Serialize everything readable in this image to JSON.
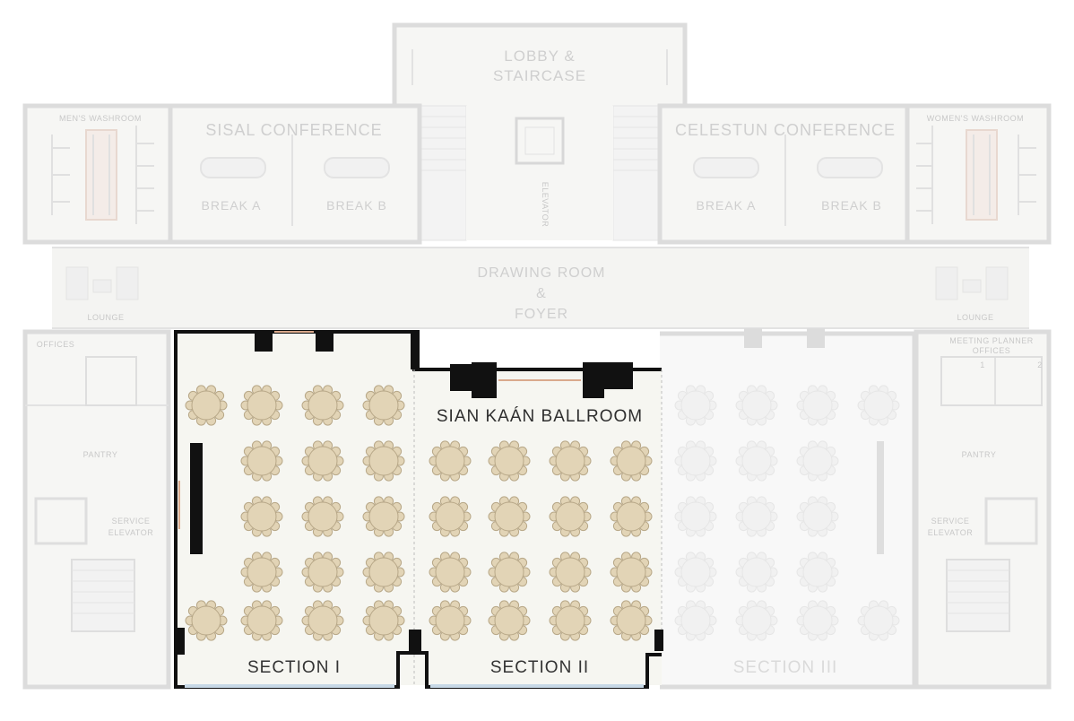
{
  "map": {
    "lobby_line1": "LOBBY &",
    "lobby_line2": "STAIRCASE",
    "elevator": "ELEVATOR",
    "sisal_title": "SISAL CONFERENCE",
    "sisal_break_a": "BREAK A",
    "sisal_break_b": "BREAK B",
    "celestun_title": "CELESTUN CONFERENCE",
    "celestun_break_a": "BREAK A",
    "celestun_break_b": "BREAK B",
    "mens_washroom": "MEN'S WASHROOM",
    "womens_washroom": "WOMEN'S WASHROOM",
    "drawing_line1": "DRAWING ROOM",
    "drawing_line2": "&",
    "drawing_line3": "FOYER",
    "lounge_left": "LOUNGE",
    "lounge_right": "LOUNGE",
    "offices": "OFFICES",
    "pantry_left": "PANTRY",
    "pantry_right": "PANTRY",
    "service_elevator_left_1": "SERVICE",
    "service_elevator_left_2": "ELEVATOR",
    "service_elevator_right_1": "SERVICE",
    "service_elevator_right_2": "ELEVATOR",
    "planner_line1": "MEETING PLANNER",
    "planner_line2": "OFFICES",
    "planner_office_1": "1",
    "planner_office_2": "2",
    "ballroom_title": "SIAN KAÁN BALLROOM",
    "section_1": "SECTION I",
    "section_2": "SECTION II",
    "section_3": "SECTION III"
  },
  "seating": {
    "section_1_row_counts": [
      4,
      3,
      3,
      3,
      4
    ],
    "section_2_row_counts": [
      4,
      4,
      4,
      4
    ],
    "section_3_row_counts": [
      4,
      3,
      3,
      3,
      4
    ],
    "table_color": "#e2d4b6",
    "table_outline": "#b8a888",
    "ghost_table_color": "#f1f1f1"
  },
  "colors": {
    "active_floor": "#f6f6f1",
    "active_wall": "#111111",
    "ghost_wall": "#dcdcdc",
    "window_accent": "#c7d8e6",
    "door_accent": "#d9a98c"
  }
}
